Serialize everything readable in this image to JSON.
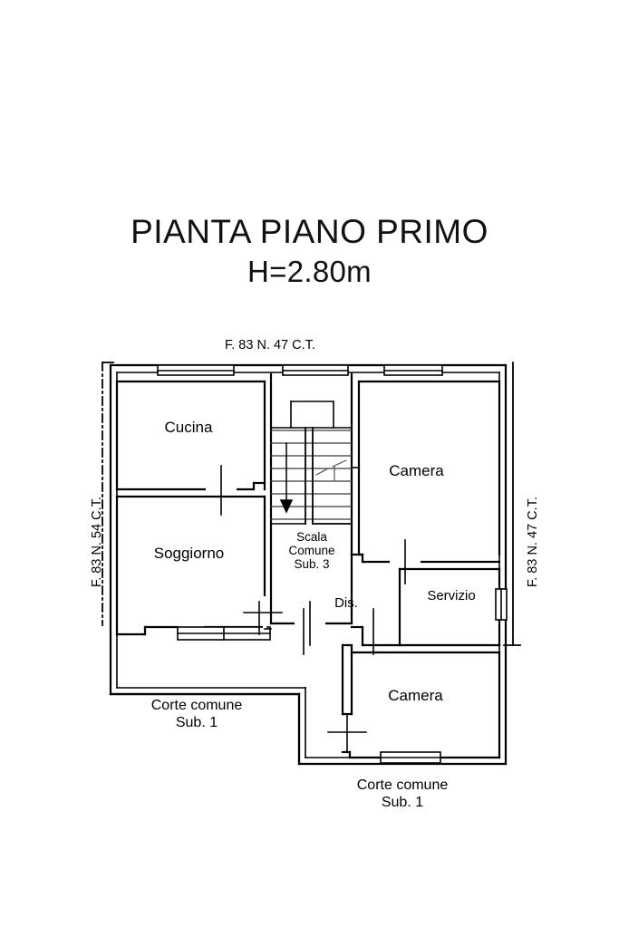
{
  "document": {
    "type": "floor-plan",
    "title": "PIANTA PIANO PRIMO",
    "height_note": "H=2.80m",
    "background_color": "#ffffff",
    "line_color": "#000000"
  },
  "cadastral_labels": {
    "top": "F. 83 N. 47 C.T.",
    "left": "F. 83 N. 54 C.T.",
    "right": "F. 83 N. 47 C.T."
  },
  "rooms": [
    {
      "id": "cucina",
      "label": "Cucina"
    },
    {
      "id": "soggiorno",
      "label": "Soggiorno"
    },
    {
      "id": "camera-top",
      "label": "Camera"
    },
    {
      "id": "camera-bottom",
      "label": "Camera"
    },
    {
      "id": "servizio",
      "label": "Servizio"
    },
    {
      "id": "disimpegno",
      "label": "Dis."
    }
  ],
  "stairwell": {
    "line_1": "Scala",
    "line_2": "Comune",
    "line_3": "Sub. 3"
  },
  "courtyards": [
    {
      "id": "corte-left",
      "line_1": "Corte comune",
      "line_2": "Sub. 1"
    },
    {
      "id": "corte-bottom",
      "line_1": "Corte comune",
      "line_2": "Sub. 1"
    }
  ]
}
